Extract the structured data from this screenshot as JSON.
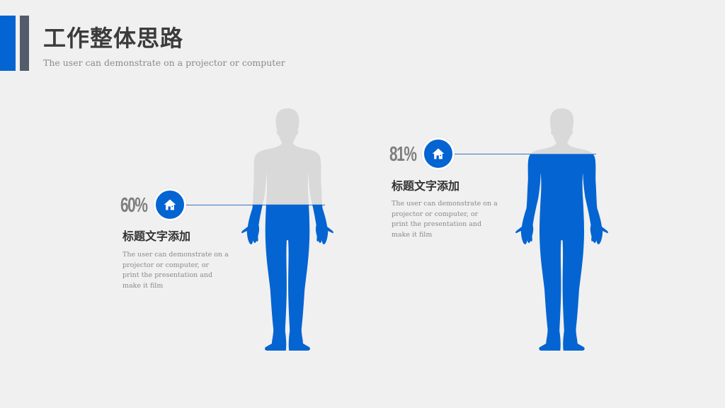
{
  "header": {
    "title": "工作整体思路",
    "subtitle": "The user can demonstrate on a projector or computer"
  },
  "colors": {
    "accent": "#0464d2",
    "accent_secondary": "#535c6b",
    "figure_empty": "#d9d9d9",
    "background": "#f0f0f0"
  },
  "items": [
    {
      "percent": "60%",
      "icon": "home-icon",
      "heading": "标题文字添加",
      "description": "The user can demonstrate on a\nprojector or computer, or\nprint the presentation and\nmake it film"
    },
    {
      "percent": "81%",
      "icon": "home-icon",
      "heading": "标题文字添加",
      "description": "The user can demonstrate on a\nprojector or computer, or\nprint the presentation and\nmake it film"
    }
  ]
}
